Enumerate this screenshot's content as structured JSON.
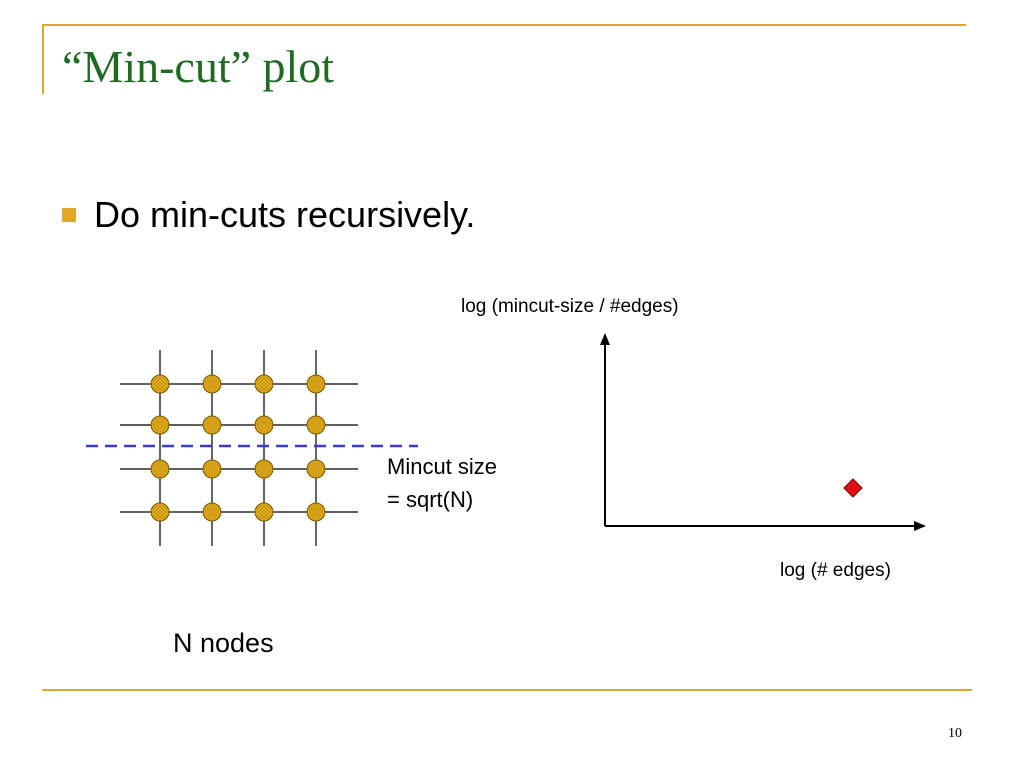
{
  "slide": {
    "title": "“Min-cut” plot",
    "bullet": "Do min-cuts recursively.",
    "page_number": "10",
    "accent_color": "#e0a92c",
    "title_color": "#1e6b22"
  },
  "grid": {
    "rows": 4,
    "cols": 4,
    "node_color": "#d4a017",
    "cut_line_color": "#3a3ad6",
    "cut_label_line1": "Mincut size",
    "cut_label_line2": "= sqrt(N)",
    "caption": "N nodes"
  },
  "plot": {
    "y_axis_label": "log (mincut-size / #edges)",
    "x_axis_label": "log (# edges)",
    "point_color": "#e01010"
  }
}
